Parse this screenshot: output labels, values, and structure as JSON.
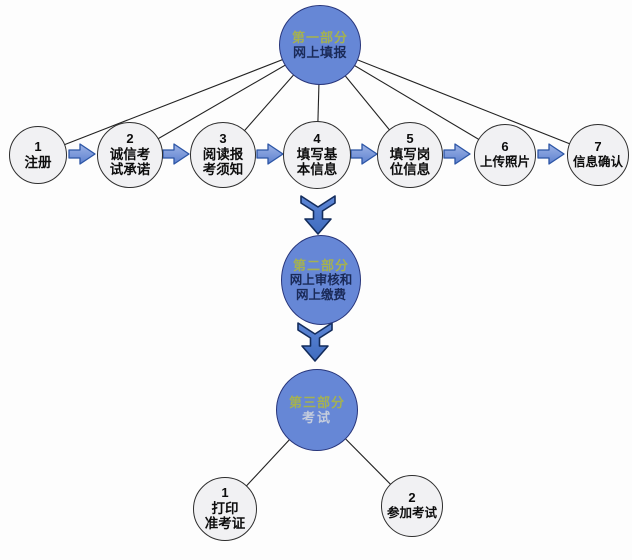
{
  "diagram": {
    "part1": {
      "title": "第一部分",
      "subtitle": "网上填报",
      "steps": [
        {
          "num": "1",
          "lines": [
            "注册"
          ]
        },
        {
          "num": "2",
          "lines": [
            "诚信考",
            "试承诺"
          ]
        },
        {
          "num": "3",
          "lines": [
            "阅读报",
            "考须知"
          ]
        },
        {
          "num": "4",
          "lines": [
            "填写基",
            "本信息"
          ]
        },
        {
          "num": "5",
          "lines": [
            "填写岗",
            "位信息"
          ]
        },
        {
          "num": "6",
          "lines": [
            "上传照片"
          ]
        },
        {
          "num": "7",
          "lines": [
            "信息确认"
          ]
        }
      ]
    },
    "part2": {
      "title": "第二部分",
      "lines": [
        "网上审核和",
        "网上缴费"
      ]
    },
    "part3": {
      "title": "第三部分",
      "subtitle": "考试",
      "steps": [
        {
          "num": "1",
          "lines": [
            "打印",
            "准考证"
          ]
        },
        {
          "num": "2",
          "lines": [
            "参加考试"
          ]
        }
      ]
    },
    "colors": {
      "ellipse_fill": "#6687d6",
      "ellipse_stroke": "#27357b",
      "circle_fill": "#f1f1f3",
      "circle_stroke": "#2e2e2e",
      "small_arrow_fill": "#7b97d8",
      "small_arrow_stroke": "#2c55a5",
      "big_arrow_fill": "#4e7ac9",
      "big_arrow_stroke": "#132c5c",
      "part_title_text": "#a4b152",
      "body_text": "#1a2a58",
      "light_text": "#c5cddd",
      "line": "#222222"
    }
  }
}
